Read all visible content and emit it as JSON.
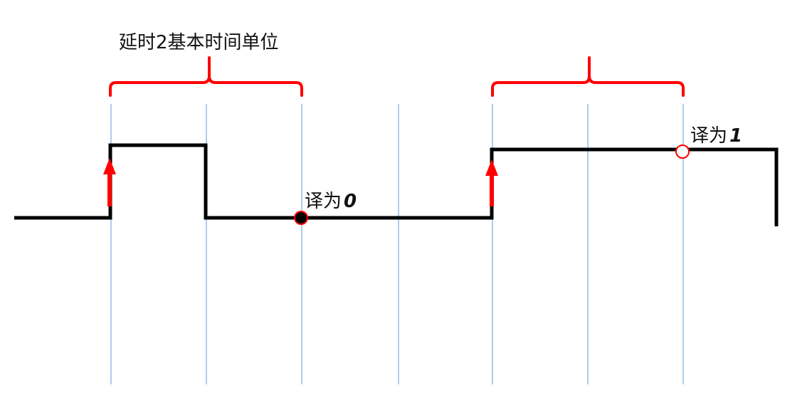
{
  "diagram": {
    "delay_label": "延时2基本时间单位",
    "decode_zero_prefix": "译为",
    "decode_zero_value": "0",
    "decode_one_prefix": "译为",
    "decode_one_value": "1",
    "colors": {
      "signal": "#000000",
      "arrow": "#ff0000",
      "brace": "#ff0000",
      "gridline": "#5b9bd5",
      "sample_zero_fill": "#000000",
      "sample_one_fill": "#ffffff",
      "sample_outline": "#ff0000"
    }
  }
}
